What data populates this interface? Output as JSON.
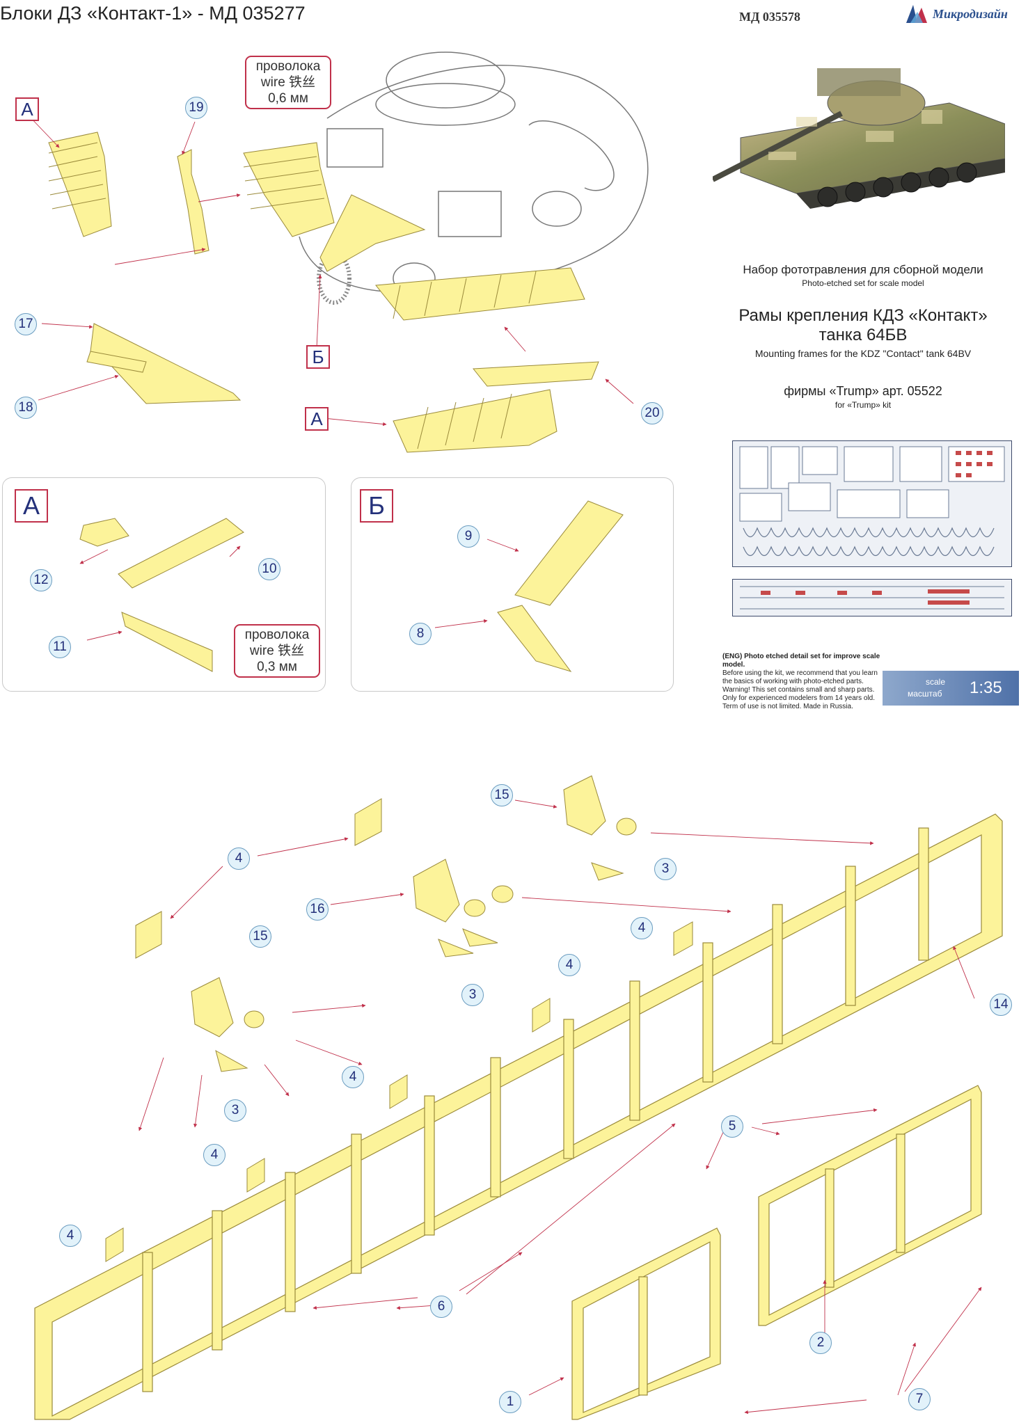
{
  "sheet": {
    "title": "Блоки ДЗ «Контакт-1» - МД 035277",
    "article_code": "МД 035578",
    "brand": "Микродизайн"
  },
  "product": {
    "subtitle_ru": "Набор фототравления для сборной модели",
    "subtitle_en": "Photo-etched set for scale model",
    "title_ru_line1": "Рамы крепления КДЗ «Контакт»",
    "title_ru_line2": "танка 64БВ",
    "title_en": "Mounting frames for the KDZ \"Contact\" tank 64BV",
    "kit_ru": "фирмы «Trump» арт. 05522",
    "kit_en": "for «Trump» kit",
    "notice_lines": [
      "(ENG) Photo etched detail set for improve scale model.",
      "Before using the kit, we recommend that you learn",
      "the basics of working with photo-etched parts.",
      "Warning! This set contains small and sharp parts.",
      "Only for experienced modelers from 14 years old.",
      "Term of use is not limited. Made in Russia."
    ],
    "scale_en": "scale",
    "scale_ru": "масштаб",
    "scale_value": "1:35"
  },
  "wire_notes": {
    "top": {
      "ru": "проволока",
      "en": "wire",
      "cn": "铁丝",
      "size": "0,6 мм"
    },
    "panel_a": {
      "ru": "проволока",
      "en": "wire",
      "cn": "铁丝",
      "size": "0,3 мм"
    }
  },
  "section_labels": {
    "a": "А",
    "b": "Б"
  },
  "part_numbers": {
    "p1": "1",
    "p2": "2",
    "p3": "3",
    "p4": "4",
    "p5": "5",
    "p6": "6",
    "p7": "7",
    "p8": "8",
    "p9": "9",
    "p10": "10",
    "p11": "11",
    "p12": "12",
    "p14": "14",
    "p15": "15",
    "p16": "16",
    "p17": "17",
    "p18": "18",
    "p19": "19",
    "p20": "20"
  },
  "colors": {
    "brass_part": "#fcf39a",
    "part_outline": "#9a8a3a",
    "callout_fill": "#e2f2fa",
    "callout_text": "#23307a",
    "label_border": "#c0304a",
    "arrow": "#c0304a",
    "brand_blue": "#2a4f8d",
    "scale_banner": "#4f71a8"
  },
  "icons": [
    "brand-logo-icon",
    "tank-photo",
    "photo-etch-fret-preview"
  ]
}
